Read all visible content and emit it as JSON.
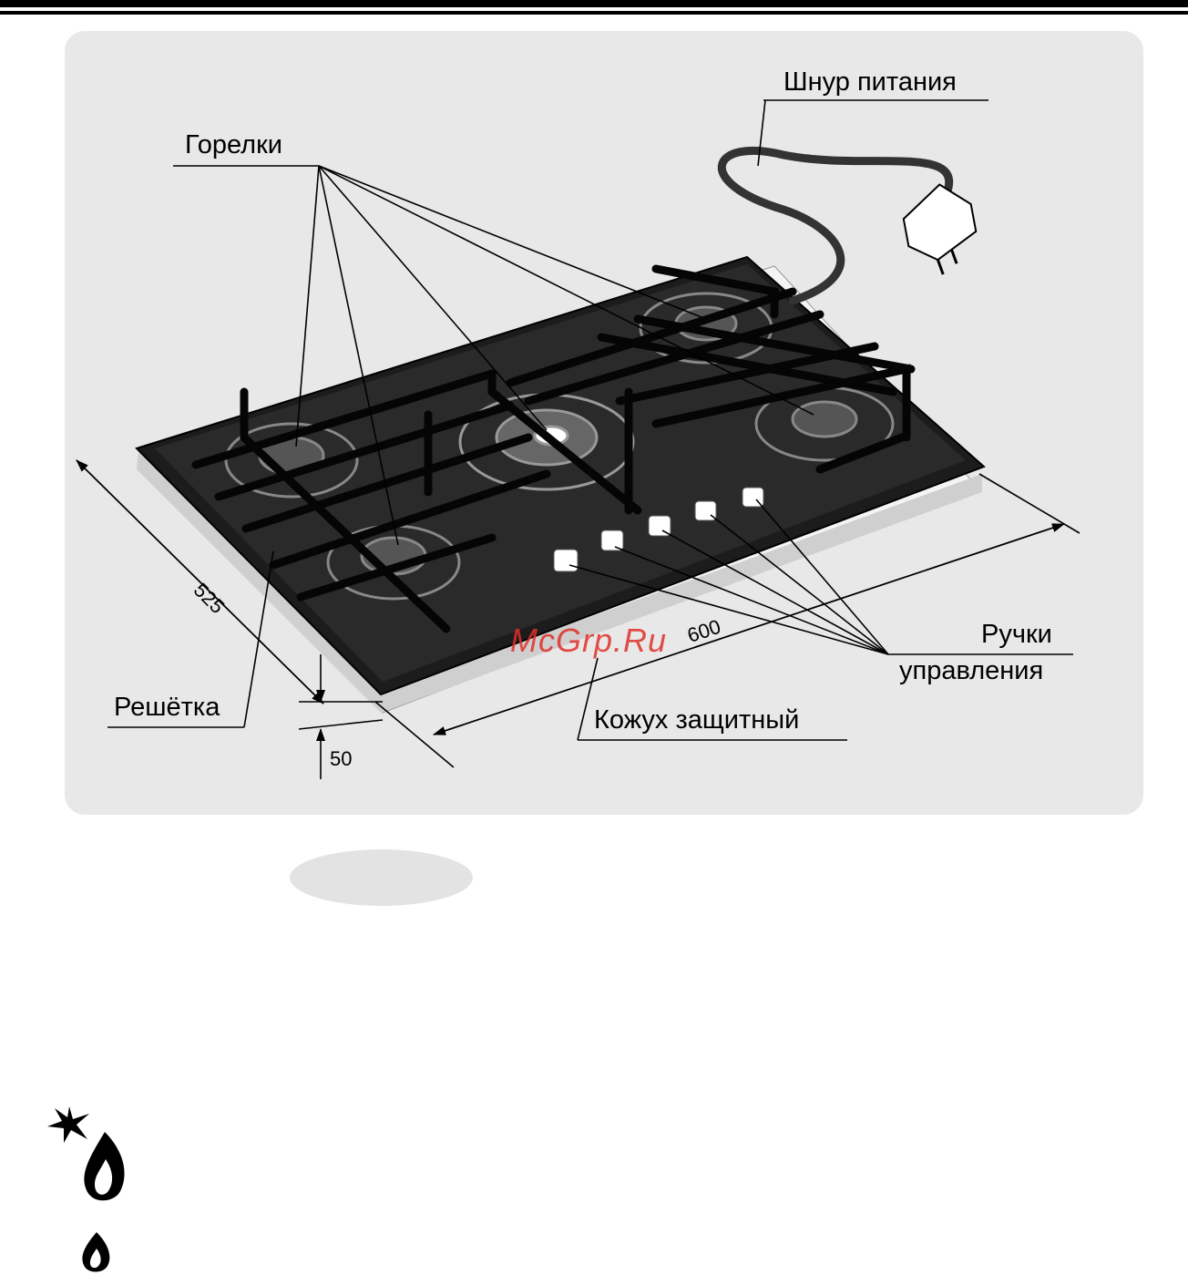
{
  "labels": {
    "burners": "Горелки",
    "power_cord": "Шнур питания",
    "control_knobs_line1": "Ручки",
    "control_knobs_line2": "управления",
    "grate": "Решётка",
    "protective_cover": "Кожух защитный"
  },
  "dimensions": {
    "depth": "525",
    "width": "600",
    "height": "50"
  },
  "watermark": "McGrp.Ru",
  "icons": [
    "spark-icon",
    "large-flame-icon",
    "small-flame-icon"
  ]
}
